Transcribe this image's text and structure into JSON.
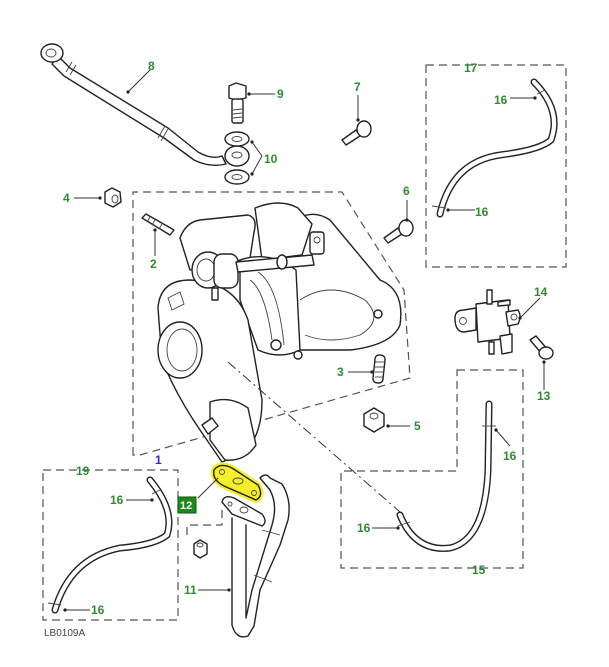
{
  "diagram": {
    "title": "Turbocharger assembly exploded parts diagram",
    "reference_code": "LB0109A",
    "colors": {
      "callout_label": "#2e8b2e",
      "assembly_label": "#2a2ad0",
      "highlight": "#f4ef2a",
      "selected_badge": "#1e8a1e"
    },
    "callouts": [
      {
        "id": "1",
        "text": "1",
        "part": "turbocharger"
      },
      {
        "id": "2",
        "text": "2",
        "part": "stud"
      },
      {
        "id": "3",
        "text": "3",
        "part": "stud"
      },
      {
        "id": "4",
        "text": "4",
        "part": "nut"
      },
      {
        "id": "5",
        "text": "5",
        "part": "nut"
      },
      {
        "id": "6",
        "text": "6",
        "part": "bolt"
      },
      {
        "id": "7",
        "text": "7",
        "part": "bolt"
      },
      {
        "id": "8",
        "text": "8",
        "part": "oil-feed-pipe"
      },
      {
        "id": "9",
        "text": "9",
        "part": "banjo-bolt"
      },
      {
        "id": "10",
        "text": "10",
        "part": "sealing-washer"
      },
      {
        "id": "11",
        "text": "11",
        "part": "oil-drain-pipe"
      },
      {
        "id": "12",
        "text": "12",
        "part": "gasket",
        "selected": true
      },
      {
        "id": "13",
        "text": "13",
        "part": "bolt"
      },
      {
        "id": "14",
        "text": "14",
        "part": "vacuum-solenoid-valve"
      },
      {
        "id": "15",
        "text": "15",
        "part": "vacuum-hose"
      },
      {
        "id": "16",
        "text": "16",
        "part": "hose-clip"
      },
      {
        "id": "17",
        "text": "17",
        "part": "vacuum-hose"
      },
      {
        "id": "19",
        "text": "19",
        "part": "vacuum-hose"
      }
    ],
    "labels": {
      "l1": "1",
      "l2": "2",
      "l3": "3",
      "l4": "4",
      "l5": "5",
      "l6": "6",
      "l7": "7",
      "l8": "8",
      "l9": "9",
      "l10": "10",
      "l11": "11",
      "l12": "12",
      "l13": "13",
      "l14": "14",
      "l15": "15",
      "l16": "16",
      "l17": "17",
      "l19": "19"
    }
  }
}
